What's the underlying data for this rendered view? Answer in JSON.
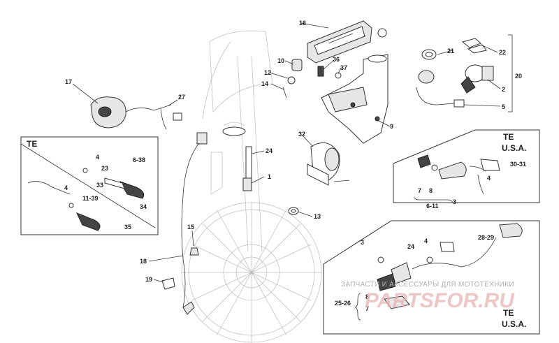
{
  "callouts": {
    "c1": "1",
    "c2": "2",
    "c3a": "3",
    "c3b": "3",
    "c4a": "4",
    "c4b": "4",
    "c4c": "4",
    "c4d": "4",
    "c5": "5",
    "c6_11": "6-11",
    "c6_38": "6-38",
    "c7a": "7",
    "c7b": "7",
    "c8a": "8",
    "c8b": "8",
    "c9": "9",
    "c10": "10",
    "c11_39": "11-39",
    "c12": "12",
    "c13": "13",
    "c14": "14",
    "c15": "15",
    "c16": "16",
    "c17": "17",
    "c18": "18",
    "c19": "19",
    "c20": "20",
    "c21": "21",
    "c22": "22",
    "c23": "23",
    "c24a": "24",
    "c24b": "24",
    "c25_26": "25-26",
    "c27": "27",
    "c28_29": "28-29",
    "c30_31": "30-31",
    "c32": "32",
    "c33": "33",
    "c34": "34",
    "c35": "35",
    "c36": "36",
    "c37": "37"
  },
  "insets": {
    "te_left": "TE",
    "te_right_top_1": "TE",
    "te_right_top_2": "U.S.A.",
    "te_right_bottom_1": "TE",
    "te_right_bottom_2": "U.S.A."
  },
  "watermark": {
    "tagline": "ЗАПЧАСТИ И АКСЕССУАРЫ ДЛЯ МОТОТЕХНИКИ",
    "logo": "PARTSFOR.RU"
  }
}
